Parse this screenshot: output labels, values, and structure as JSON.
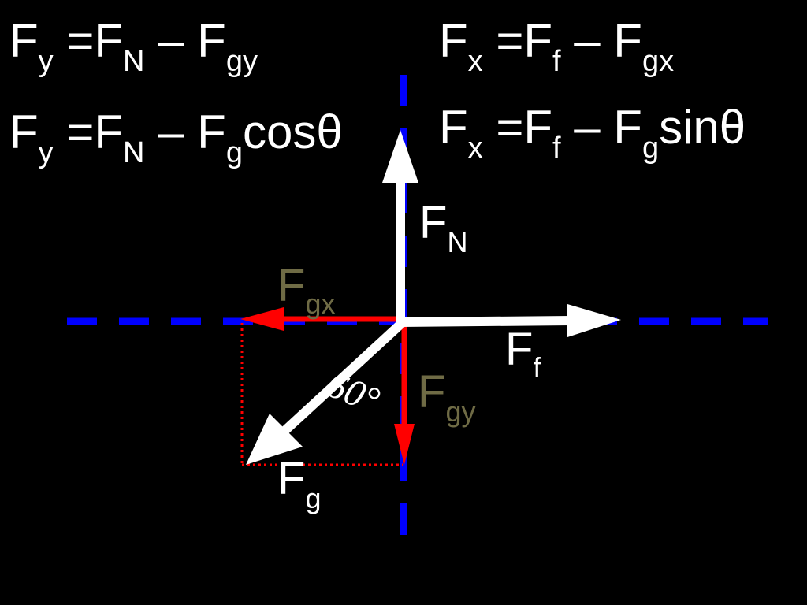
{
  "colors": {
    "background": "#000000",
    "text": "#ffffff",
    "component_label": "#6f6b45",
    "axis": "#0000ff",
    "component_arrow": "#ff0000",
    "main_arrow": "#ffffff"
  },
  "equations": {
    "y_components": {
      "F": "F",
      "y": "y",
      "eq": " =F",
      "N": "N",
      "minus": " – F",
      "gy": "gy"
    },
    "y_trig": {
      "F": "F",
      "y": "y",
      "eq": " =F",
      "N": "N",
      "minus": " – F",
      "g": "g",
      "tail": "cosθ"
    },
    "x_components": {
      "F": "F",
      "x": "x",
      "eq": " =F",
      "f": "f",
      "minus": " – F",
      "gx": "gx"
    },
    "x_trig": {
      "F": "F",
      "x": "x",
      "eq": " =F",
      "f": "f",
      "minus": " – F",
      "g": "g",
      "tail": "sinθ"
    }
  },
  "labels": {
    "normal": {
      "main": "F",
      "sub": "N"
    },
    "friction": {
      "main": "F",
      "sub": "f"
    },
    "gravity": {
      "main": "F",
      "sub": "g"
    },
    "gravity_x": {
      "main": "F",
      "sub": "gx"
    },
    "gravity_y": {
      "main": "F",
      "sub": "gy"
    },
    "angle": "60°"
  }
}
